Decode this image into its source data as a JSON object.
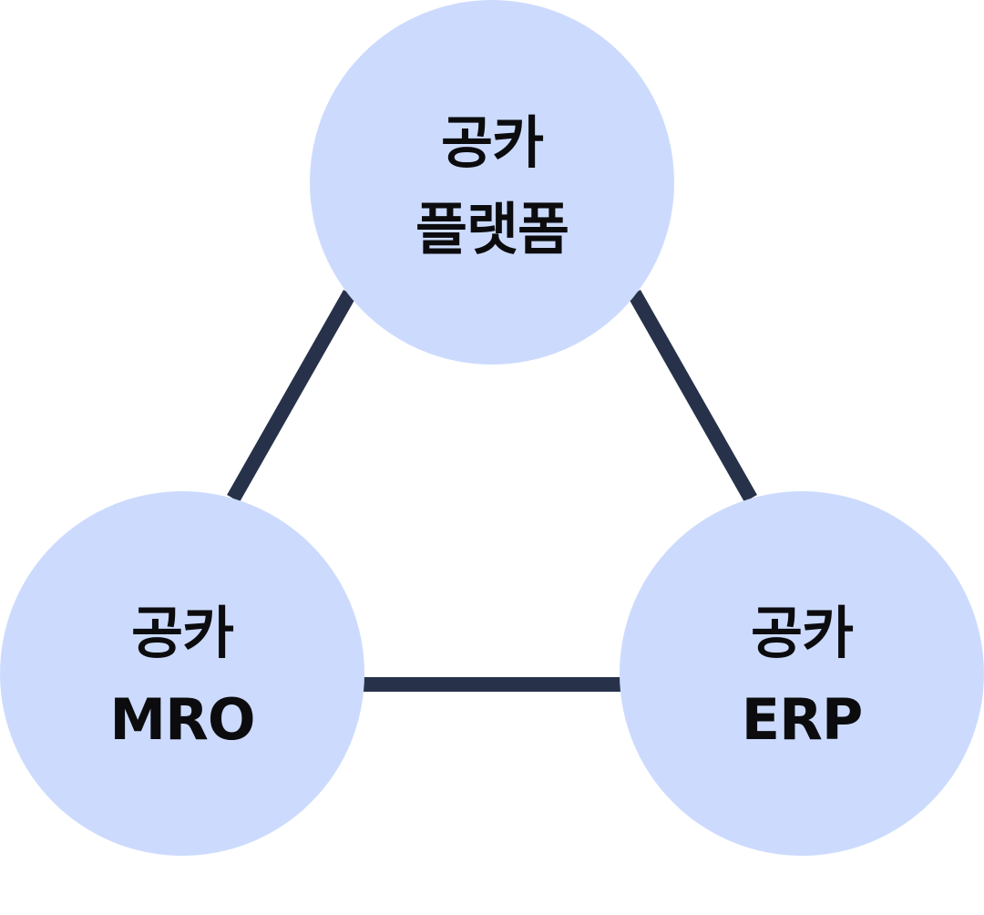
{
  "colors": {
    "background": "#ffffff",
    "node_fill": "#ccdbfd",
    "connector": "#27324a",
    "text": "#0c0c0f"
  },
  "nodes": {
    "top": {
      "line1": "공카",
      "line2": "플랫폼"
    },
    "left": {
      "line1": "공카",
      "line2": "MRO"
    },
    "right": {
      "line1": "공카",
      "line2": "ERP"
    }
  },
  "edges": [
    {
      "from": "top",
      "to": "left"
    },
    {
      "from": "top",
      "to": "right"
    },
    {
      "from": "left",
      "to": "right"
    }
  ]
}
